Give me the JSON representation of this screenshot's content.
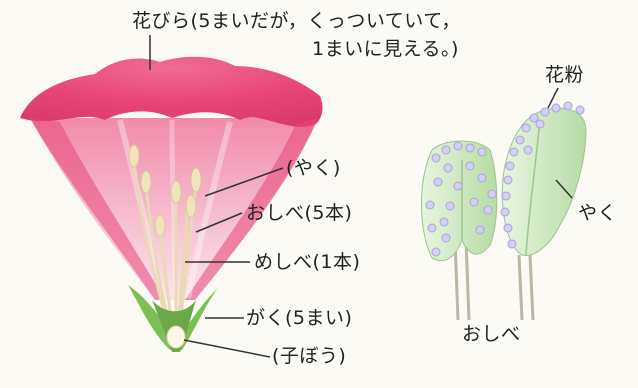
{
  "labels": {
    "petal_line1": "花びら(5まいだが，くっついていて，",
    "petal_line2": "1まいに見える。)",
    "anther": "(やく)",
    "stamen": "おしべ(5本)",
    "pistil": "めしべ(1本)",
    "sepal": "がく(5まい)",
    "ovary": "(子ぼう)",
    "pollen": "花粉",
    "anther_detail": "やく",
    "stamen_detail": "おしべ"
  },
  "colors": {
    "petal": "#e8457a",
    "petal_inner": "#f7b6cc",
    "sepal": "#7bbf55",
    "anther": "#f1e3bc",
    "anther_detail": "#cfe8c6",
    "pollen": "#c9c6ee",
    "leader": "#333333"
  }
}
